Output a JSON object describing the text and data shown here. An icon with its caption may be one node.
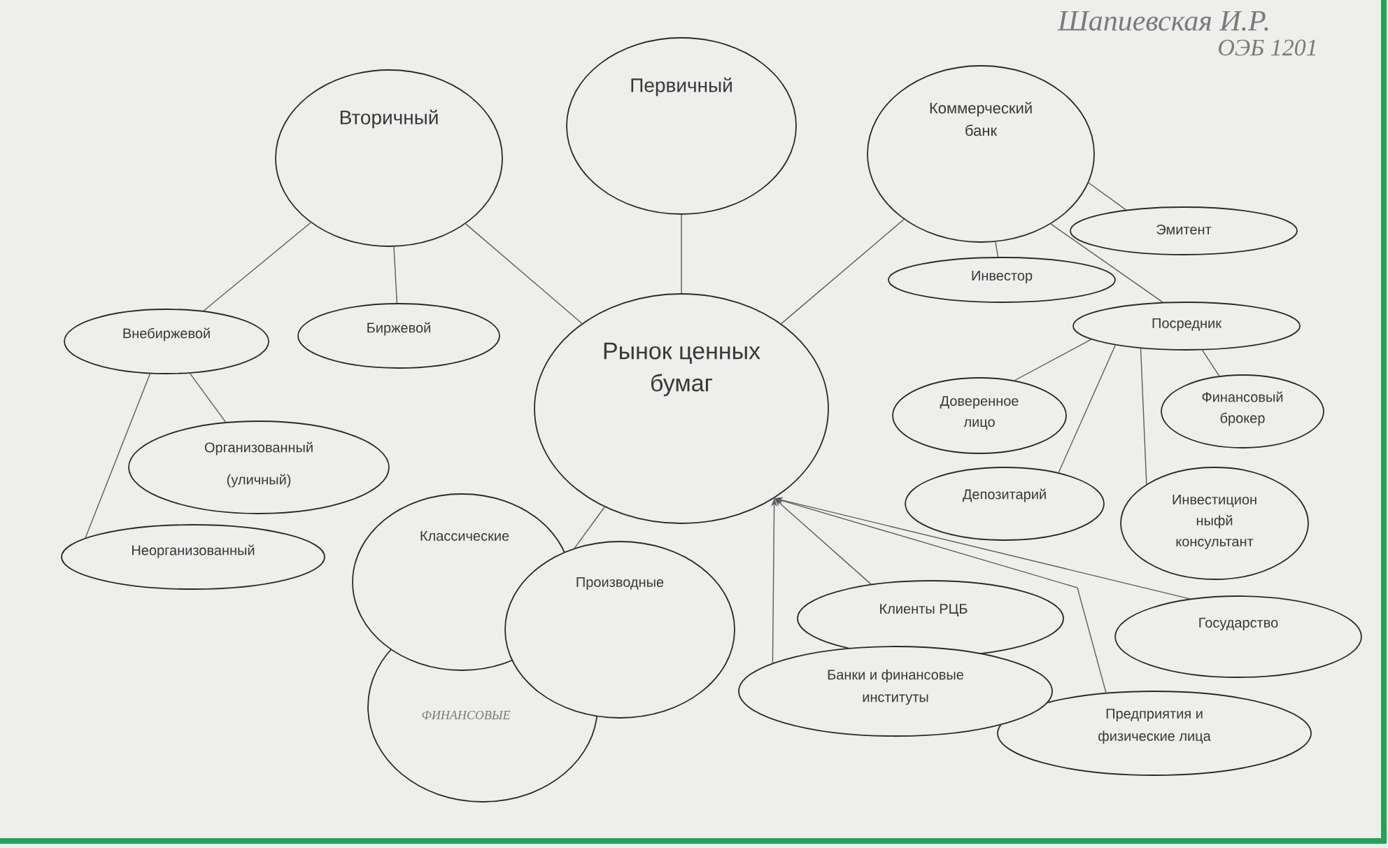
{
  "diagram": {
    "nodes": [
      {
        "text": [
          "Вторичный"
        ]
      },
      {
        "text": [
          "Первичный"
        ]
      },
      {
        "text": [
          "Коммерческий банк"
        ]
      },
      {
        "text": [
          "Эмитент"
        ]
      },
      {
        "text": [
          "Внебиржевой"
        ]
      },
      {
        "text": [
          "Биржевой"
        ]
      },
      {
        "text": [
          "Рынок ценных бумаг"
        ]
      },
      {
        "text": [
          "Инвестор"
        ]
      },
      {
        "text": [
          "Посредник"
        ]
      },
      {
        "text": [
          "Организованный (уличный)"
        ]
      },
      {
        "text": [
          "Доверенное лицо"
        ]
      },
      {
        "text": [
          "Финансовый брокер"
        ]
      },
      {
        "text": [
          "Депозитарий"
        ]
      },
      {
        "text": [
          "Инвестицион ныфй консультант"
        ]
      },
      {
        "text": [
          "Неорганизованный"
        ]
      },
      {
        "text": [
          "Классические"
        ]
      },
      {
        "text": [
          "Производные"
        ]
      },
      {
        "text": [
          "ФИНАНСОВЫЕ"
        ]
      },
      {
        "text": [
          "Клиенты РЦБ"
        ]
      },
      {
        "text": [
          "Государство"
        ]
      },
      {
        "text": [
          "Банки и финансовые институты"
        ]
      },
      {
        "text": [
          "Предприятия и физические лица"
        ]
      }
    ],
    "edges": [
      {
        "from": 0,
        "to": 4,
        "arrow": "none"
      },
      {
        "from": 0,
        "to": 5,
        "arrow": "none"
      },
      {
        "from": 0,
        "to": 6,
        "arrow": "none"
      },
      {
        "from": 1,
        "to": 6,
        "arrow": "none"
      },
      {
        "from": 2,
        "to": 6,
        "arrow": "none"
      },
      {
        "from": 2,
        "to": 3,
        "arrow": "none"
      },
      {
        "from": 2,
        "to": 7,
        "arrow": "none"
      },
      {
        "from": 2,
        "to": 8,
        "arrow": "none"
      },
      {
        "from": 4,
        "to": 9,
        "arrow": "none"
      },
      {
        "from": 4,
        "to": 14,
        "arrow": "none"
      },
      {
        "from": 8,
        "to": 10,
        "arrow": "none"
      },
      {
        "from": 8,
        "to": 11,
        "arrow": "none"
      },
      {
        "from": 8,
        "to": 12,
        "arrow": "none"
      },
      {
        "from": 8,
        "to": 13,
        "arrow": "none"
      },
      {
        "from": 6,
        "to": 16,
        "arrow": "none"
      },
      {
        "from": 18,
        "to": 6,
        "arrow": "to"
      },
      {
        "from": 20,
        "to": 6,
        "arrow": "to"
      },
      {
        "from": 21,
        "to": 6,
        "arrow": "to"
      },
      {
        "from": 19,
        "to": 6,
        "arrow": "to"
      }
    ],
    "labels": [
      "Шапиевская И.Р.",
      "ОЭБ 1201"
    ]
  }
}
